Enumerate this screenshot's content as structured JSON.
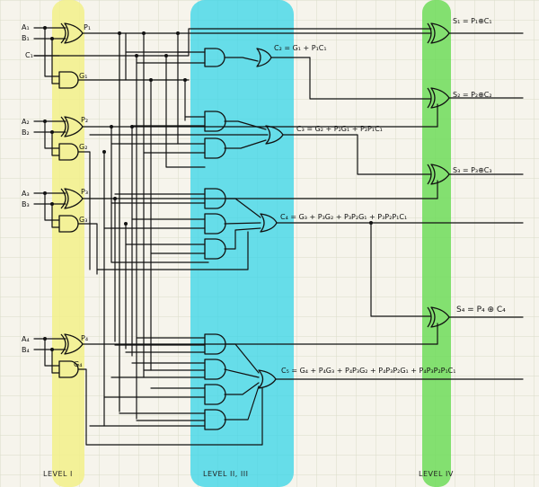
{
  "diagram": {
    "inputs": [
      {
        "id": "A1",
        "label": "A₁"
      },
      {
        "id": "B1",
        "label": "B₁"
      },
      {
        "id": "C1",
        "label": "C₁"
      },
      {
        "id": "A2",
        "label": "A₂"
      },
      {
        "id": "B2",
        "label": "B₂"
      },
      {
        "id": "A3",
        "label": "A₃"
      },
      {
        "id": "B3",
        "label": "B₃"
      },
      {
        "id": "A4",
        "label": "A₄"
      },
      {
        "id": "B4",
        "label": "B₄"
      }
    ],
    "signals": {
      "p1": "P₁",
      "g1": "G₁",
      "p2": "P₂",
      "g2": "G₂",
      "p3": "P₃",
      "g3": "G₃",
      "p4": "P₄",
      "g4": "G₄"
    },
    "equations": {
      "c2": "C₂ = G₁ + P₁C₁",
      "c3": "C₃ = G₂ + P₂G₁ + P₂P₁C₁",
      "c4": "C₄ = G₃ + P₃G₂ + P₃P₂G₁ + P₃P₂P₁C₁",
      "c5": "C₅ = G₄ + P₄G₃ + P₄P₃G₂ + P₄P₃P₂G₁ + P₄P₃P₂P₁C₁",
      "s1": "S₁ = P₁⊕C₁",
      "s2": "S₂ = P₂⊕C₂",
      "s3": "S₃ = P₃⊕C₃",
      "s4": "S₄ = P₄ ⊕ C₄"
    },
    "levels": {
      "level1": "LEVEL I",
      "level23": "LEVEL II, III",
      "level4": "LEVEL IV"
    },
    "colors": {
      "paper": "#f6f4ec",
      "grid": "#d9dcc9",
      "level1": "#f2f08a",
      "level23": "#35d6e8",
      "level4": "#6fdc5a",
      "ink": "#111111"
    }
  }
}
